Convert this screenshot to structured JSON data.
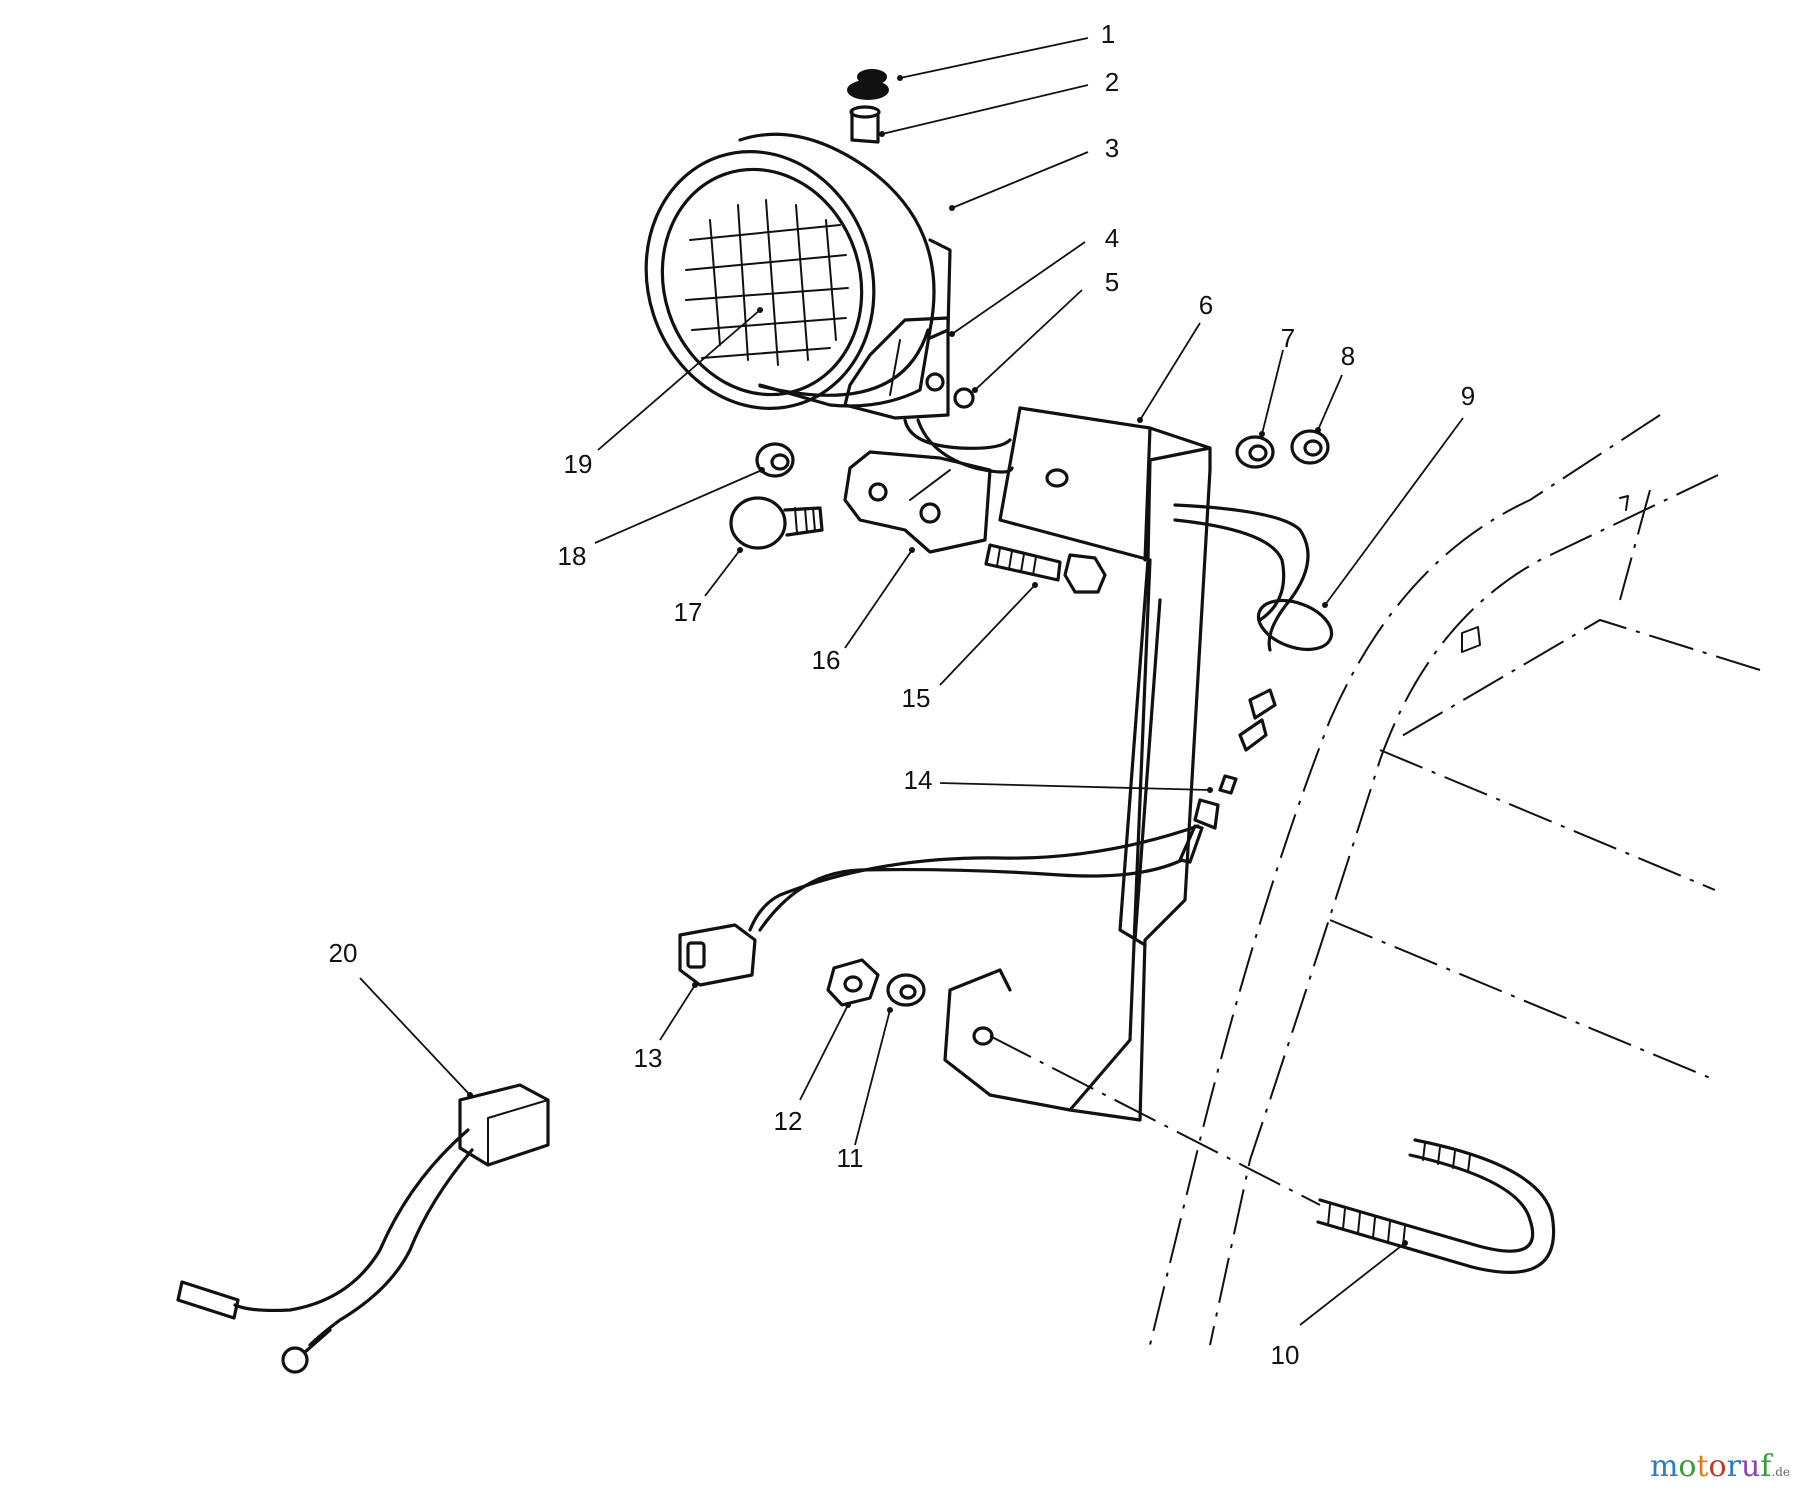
{
  "callouts": [
    "1",
    "2",
    "3",
    "4",
    "5",
    "6",
    "7",
    "8",
    "9",
    "10",
    "11",
    "12",
    "13",
    "14",
    "15",
    "16",
    "17",
    "18",
    "19",
    "20"
  ],
  "watermark": {
    "letters": [
      "m",
      "o",
      "t",
      "o",
      "r",
      "u",
      "f"
    ],
    "letter_colors": [
      "#2e7bbf",
      "#3a9a3a",
      "#e07b1a",
      "#c0392b",
      "#2e7bbf",
      "#8e44ad",
      "#3a9a3a"
    ],
    "tld": ".de"
  }
}
